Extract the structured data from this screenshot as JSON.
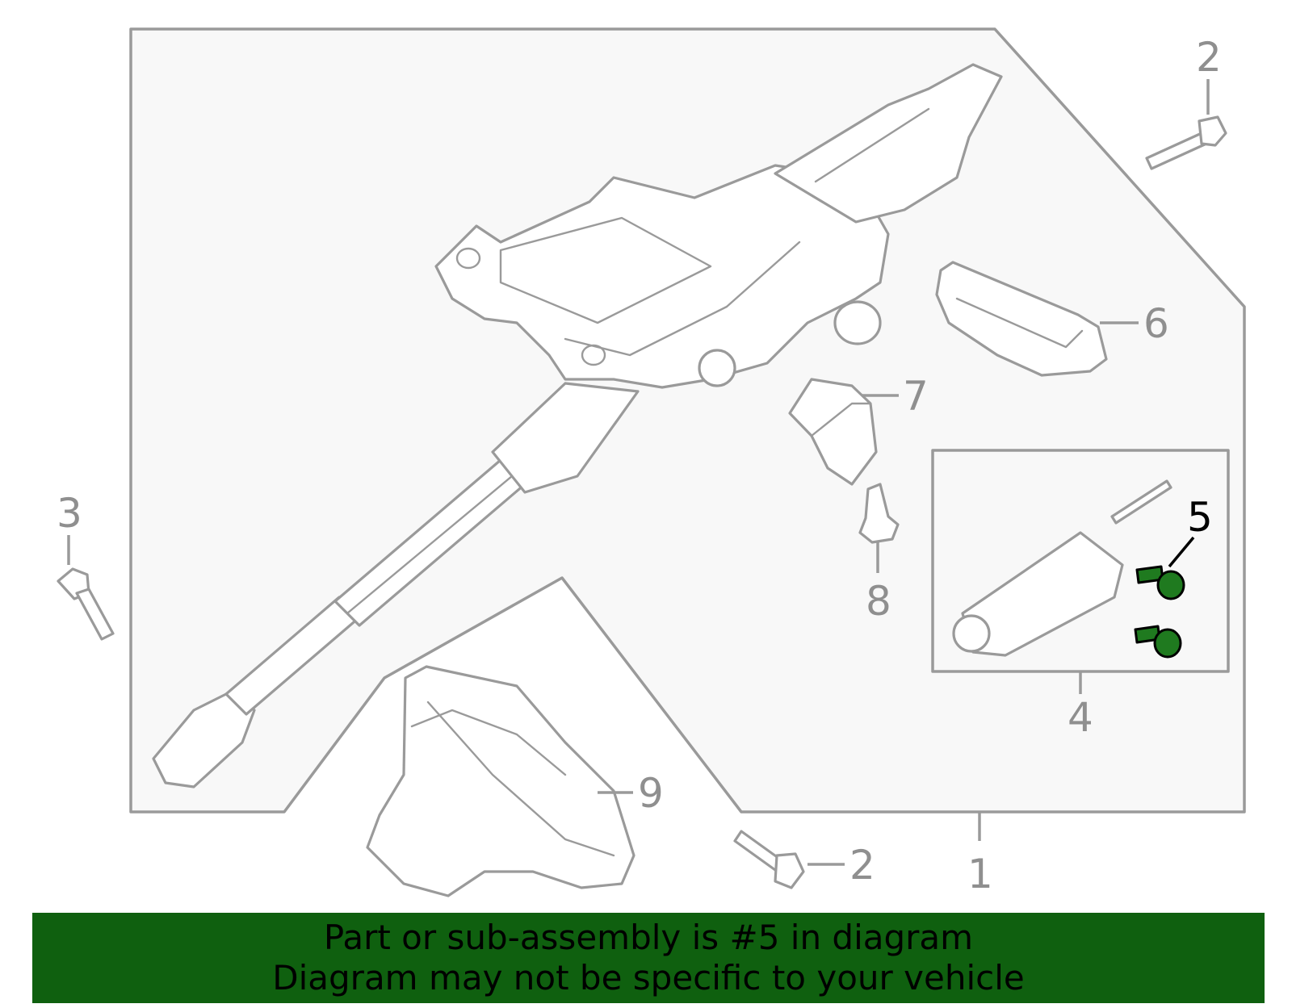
{
  "banner": {
    "line1": "Part or sub-assembly is #5 in diagram",
    "line2": "Diagram may not be specific to your vehicle"
  },
  "callouts": [
    {
      "id": "1",
      "label": "1"
    },
    {
      "id": "2a",
      "label": "2"
    },
    {
      "id": "2b",
      "label": "2"
    },
    {
      "id": "3",
      "label": "3"
    },
    {
      "id": "4",
      "label": "4"
    },
    {
      "id": "5",
      "label": "5"
    },
    {
      "id": "6",
      "label": "6"
    },
    {
      "id": "7",
      "label": "7"
    },
    {
      "id": "8",
      "label": "8"
    },
    {
      "id": "9",
      "label": "9"
    }
  ],
  "colors": {
    "highlight_part": "#1f7a1f",
    "banner_background": "#0f600f",
    "line_gray": "#9a9a9a"
  }
}
